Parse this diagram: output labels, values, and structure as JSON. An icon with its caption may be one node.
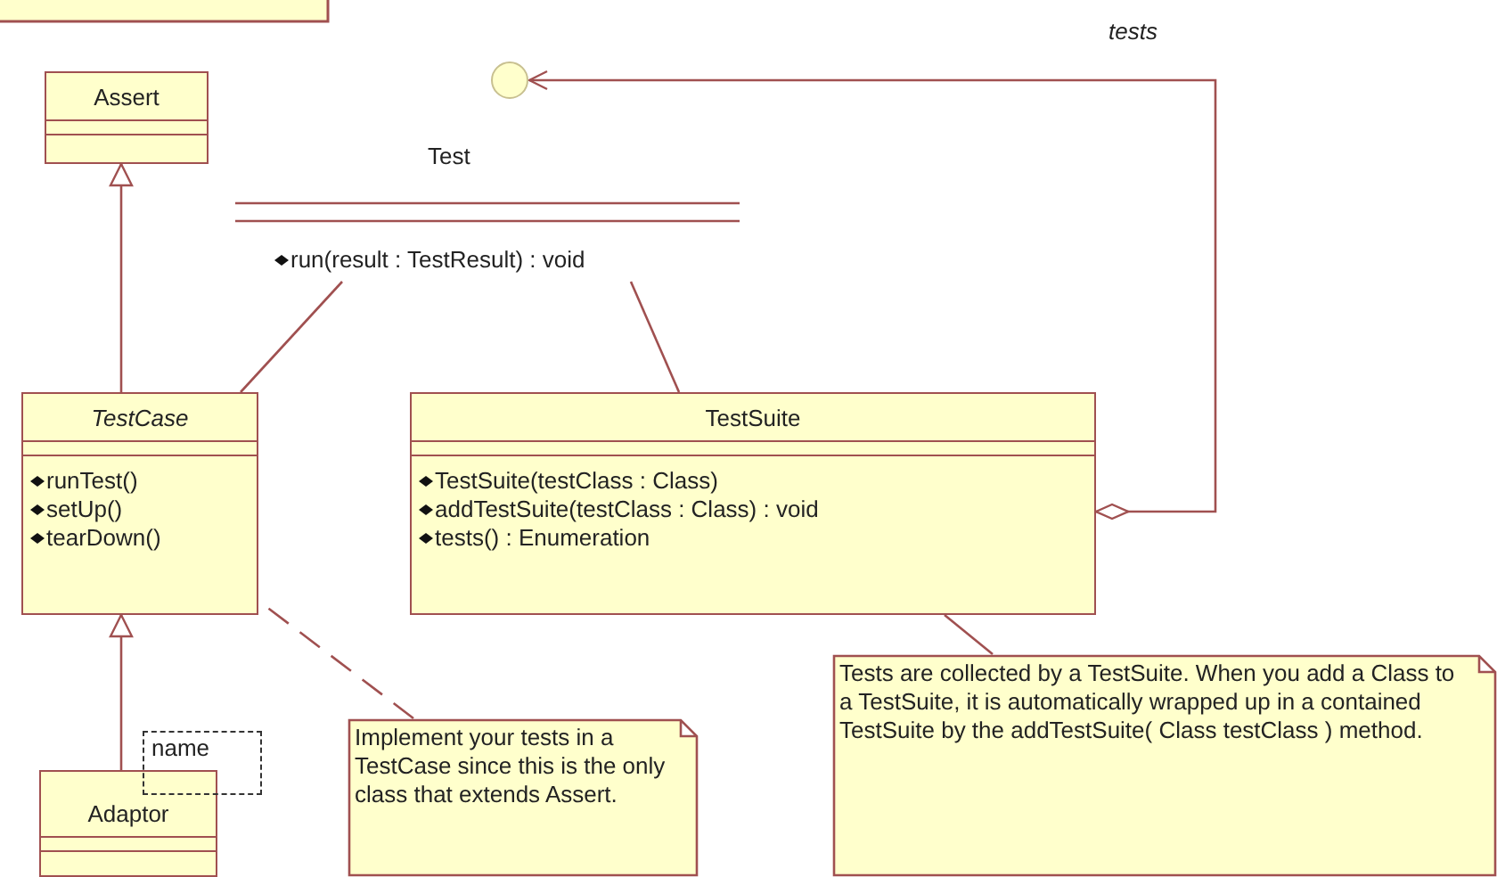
{
  "diagram": {
    "nodes": [
      {
        "text": [
          "Assert"
        ]
      },
      {
        "text": [],
        "shape": "circle"
      },
      {
        "text": [
          "Test",
          "run(result : TestResult) : void"
        ]
      },
      {
        "text": [
          "TestCase",
          "runTest()",
          "setUp()",
          "tearDown()"
        ]
      },
      {
        "text": [
          "TestSuite",
          "TestSuite(testClass : Class)",
          "addTestSuite(testClass : Class) : void",
          "tests() : Enumeration"
        ]
      },
      {
        "text": [
          "Adaptor"
        ]
      },
      {
        "text": [
          "name"
        ]
      },
      {
        "text": [
          "Implement your tests in a TestCase since this is the only class that extends Assert."
        ]
      },
      {
        "text": [
          "Tests are collected by a TestSuite.  When you add a Class to a TestSuite, it is automatically wrapped up in a contained TestSuite by the addTestSuite( Class testClass ) method."
        ]
      }
    ],
    "edges": [
      {
        "from": 3,
        "to": 0,
        "arrow": "to"
      },
      {
        "from": 5,
        "to": 3,
        "arrow": "to"
      },
      {
        "from": 3,
        "to": 2,
        "arrow": "none"
      },
      {
        "from": 4,
        "to": 2,
        "arrow": "none"
      },
      {
        "from": 4,
        "to": 1,
        "arrow": "to",
        "label": "tests"
      },
      {
        "from": 7,
        "to": 3,
        "arrow": "none",
        "style": "dashed"
      },
      {
        "from": 8,
        "to": 4,
        "arrow": "none"
      }
    ]
  }
}
